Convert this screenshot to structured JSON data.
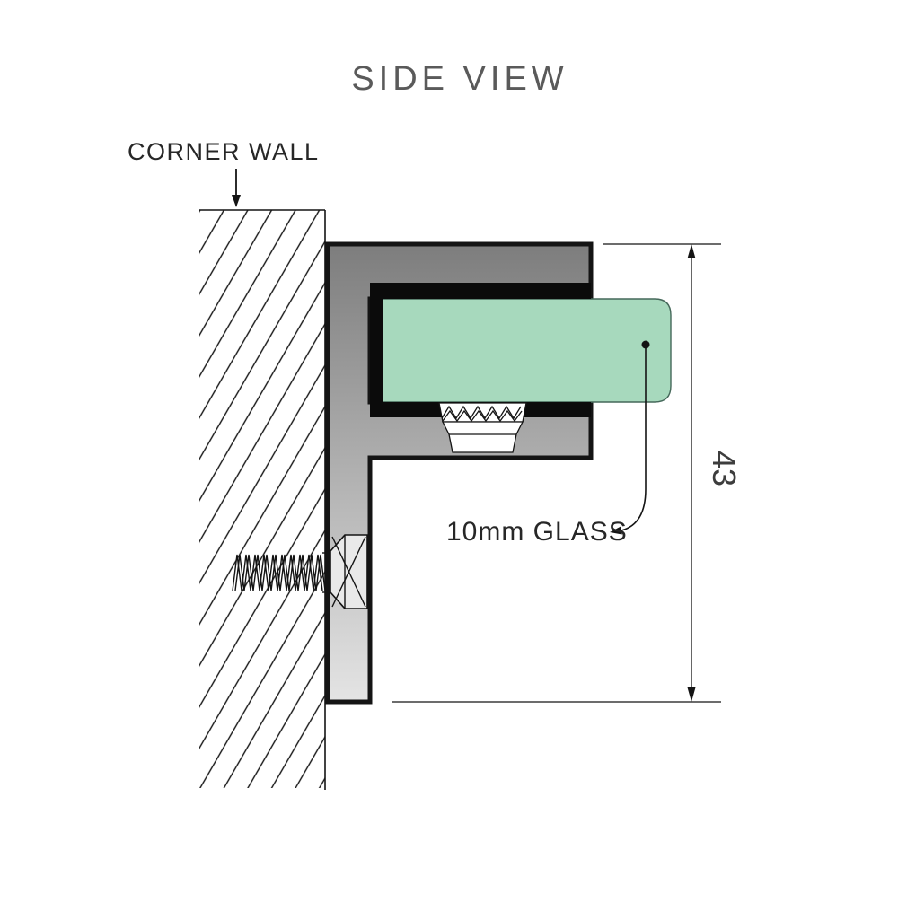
{
  "diagram": {
    "title": "SIDE VIEW",
    "corner_wall_label": "CORNER WALL",
    "glass_label": "10mm GLASS",
    "dimension": {
      "value": "43"
    },
    "colors": {
      "glass_fill": "#a7d9bd",
      "glass_edge": "#45685a",
      "bracket_top": "#7d7d7d",
      "bracket_bottom": "#e4e4e4",
      "liner": "#0b0b0b",
      "line": "#141414",
      "title_text": "#5a5a5a",
      "label_text": "#272727",
      "dimension_text": "#3d3d3d"
    }
  }
}
